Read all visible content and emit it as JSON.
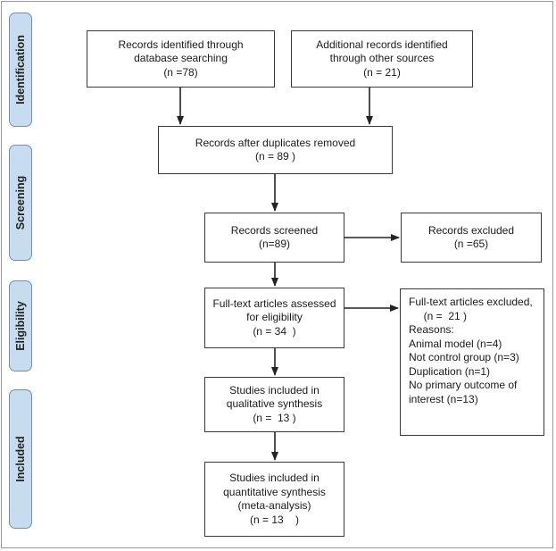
{
  "stages": {
    "identification": "Identification",
    "screening": "Screening",
    "eligibility": "Eligibility",
    "included": "Included"
  },
  "boxes": {
    "database": [
      "Records identified through",
      "database searching",
      "(n =78)"
    ],
    "other_sources": [
      "Additional records identified",
      "through other sources",
      "(n = 21)"
    ],
    "duplicates_removed": [
      "Records after duplicates removed",
      "(n = 89 )"
    ],
    "screened": [
      "Records screened",
      "(n=89)"
    ],
    "excluded": [
      "Records excluded",
      "(n =65)"
    ],
    "fulltext_assessed": [
      "Full-text articles assessed",
      "for eligibility",
      "(n = 34  )"
    ],
    "fulltext_excluded": [
      "Full-text articles excluded,",
      "     (n =  21 )"
    ],
    "reasons": [
      "Reasons:",
      "Animal model (n=4)",
      "Not control group (n=3)",
      "Duplication (n=1)",
      "No primary outcome of",
      "interest (n=13)"
    ],
    "qualitative": [
      "Studies included in",
      "qualitative synthesis",
      "(n =  13 )"
    ],
    "quantitative": [
      "Studies included in",
      "quantitative synthesis",
      "(meta-analysis)",
      "(n = 13    )"
    ]
  }
}
